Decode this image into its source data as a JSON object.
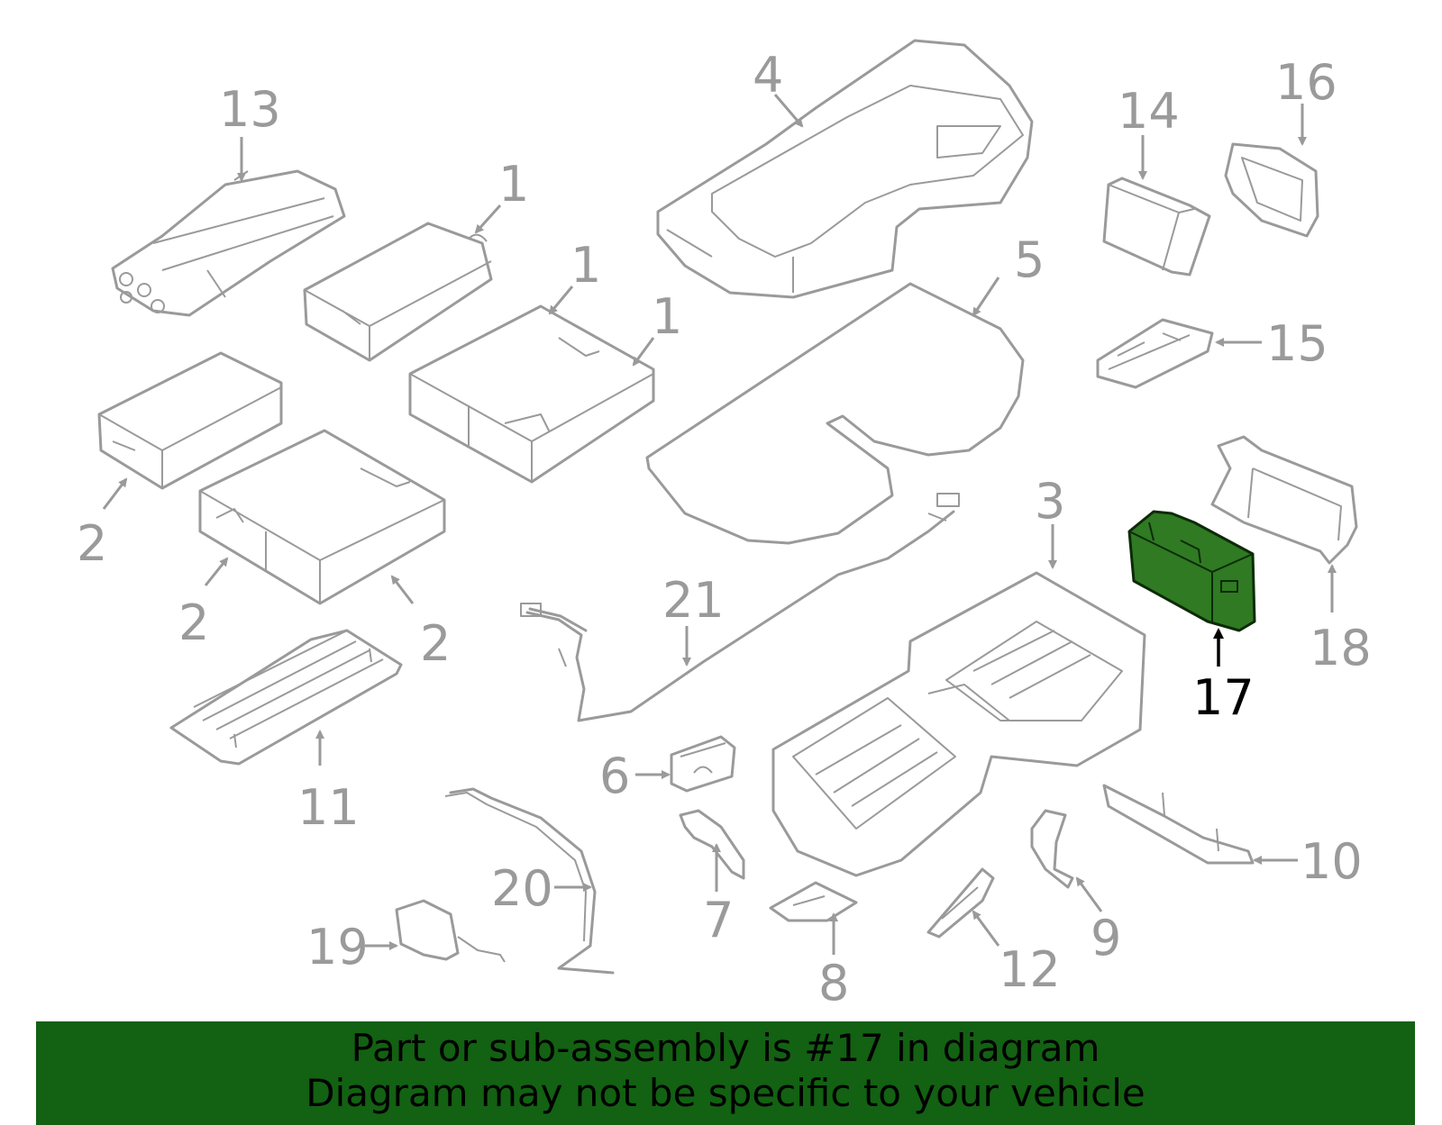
{
  "diagram": {
    "highlight_color": "#2f7a23",
    "callouts": {
      "c1a": "1",
      "c1b": "1",
      "c1c": "1",
      "c2a": "2",
      "c2b": "2",
      "c2c": "2",
      "c3": "3",
      "c4": "4",
      "c5": "5",
      "c6": "6",
      "c7": "7",
      "c8": "8",
      "c9": "9",
      "c10": "10",
      "c11": "11",
      "c12": "12",
      "c13": "13",
      "c14": "14",
      "c15": "15",
      "c16": "16",
      "c17": "17",
      "c18": "18",
      "c19": "19",
      "c20": "20",
      "c21": "21"
    }
  },
  "banner": {
    "background": "#136112",
    "line1": "Part or sub-assembly is #17 in diagram",
    "line2": "Diagram may not be specific to your vehicle"
  }
}
